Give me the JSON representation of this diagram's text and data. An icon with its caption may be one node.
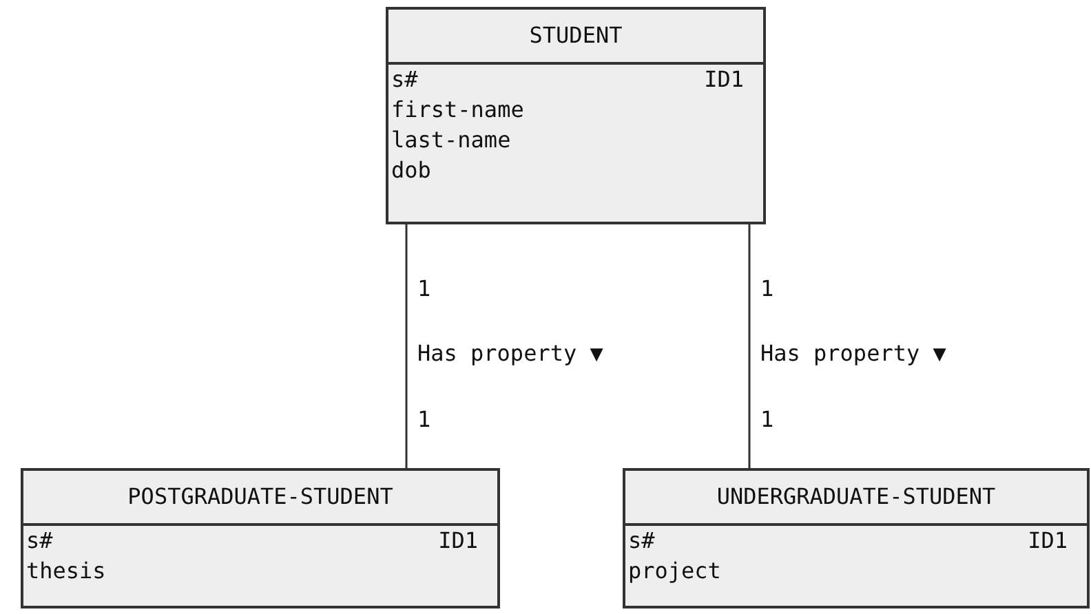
{
  "diagram": {
    "nodes": [
      {
        "text": [
          "STUDENT",
          "s#",
          "ID1",
          "first-name",
          "last-name",
          "dob"
        ]
      },
      {
        "text": [
          "POSTGRADUATE-STUDENT",
          "s#",
          "ID1",
          "thesis"
        ]
      },
      {
        "text": [
          "UNDERGRADUATE-STUDENT",
          "s#",
          "ID1",
          "project"
        ]
      }
    ],
    "edges": [
      {
        "from": 0,
        "to": 1,
        "arrow": "none",
        "label": "Has property ▼"
      },
      {
        "from": 0,
        "to": 2,
        "arrow": "none",
        "label": "Has property ▼"
      }
    ],
    "labels": [
      "1",
      "1",
      "1",
      "1"
    ]
  }
}
